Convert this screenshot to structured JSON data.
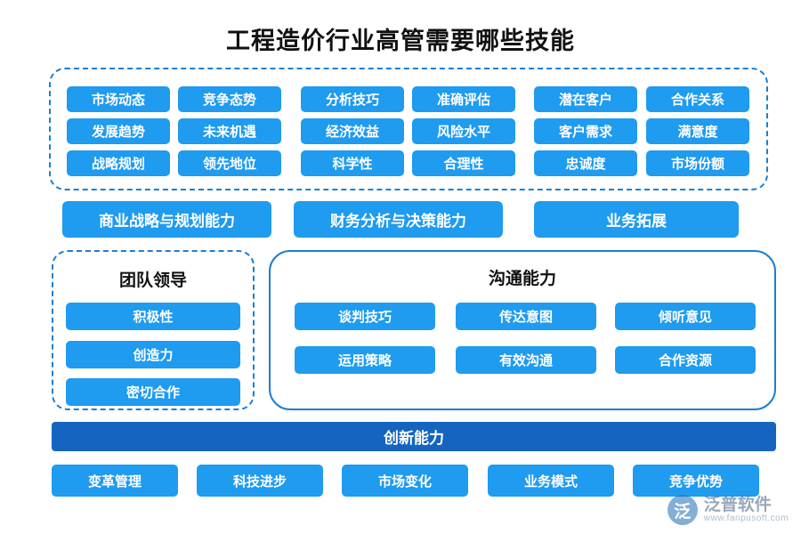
{
  "title": "工程造价行业高管需要哪些技能",
  "colors": {
    "chip": "#1f9bf0",
    "innovation_bar": "#1565c0",
    "border": "#1a7fd4",
    "text_dark": "#111111"
  },
  "top_group": {
    "rows": [
      [
        "市场动态",
        "竞争态势",
        "分析技巧",
        "准确评估",
        "潜在客户",
        "合作关系"
      ],
      [
        "发展趋势",
        "未来机遇",
        "经济效益",
        "风险水平",
        "客户需求",
        "满意度"
      ],
      [
        "战略规划",
        "领先地位",
        "科学性",
        "合理性",
        "忠诚度",
        "市场份额"
      ]
    ]
  },
  "mid_row": {
    "items": [
      "商业战略与规划能力",
      "财务分析与决策能力",
      "业务拓展"
    ]
  },
  "team_leadership": {
    "heading": "团队领导",
    "items": [
      "积极性",
      "创造力",
      "密切合作"
    ]
  },
  "communication": {
    "heading": "沟通能力",
    "items": [
      "谈判技巧",
      "传达意图",
      "倾听意见",
      "运用策略",
      "有效沟通",
      "合作资源"
    ]
  },
  "innovation": {
    "bar_label": "创新能力",
    "items": [
      "变革管理",
      "科技进步",
      "市场变化",
      "业务模式",
      "竞争优势"
    ]
  },
  "watermark": {
    "mark": "泛",
    "name": "泛普软件",
    "url": "www.fanpusoft.com"
  }
}
